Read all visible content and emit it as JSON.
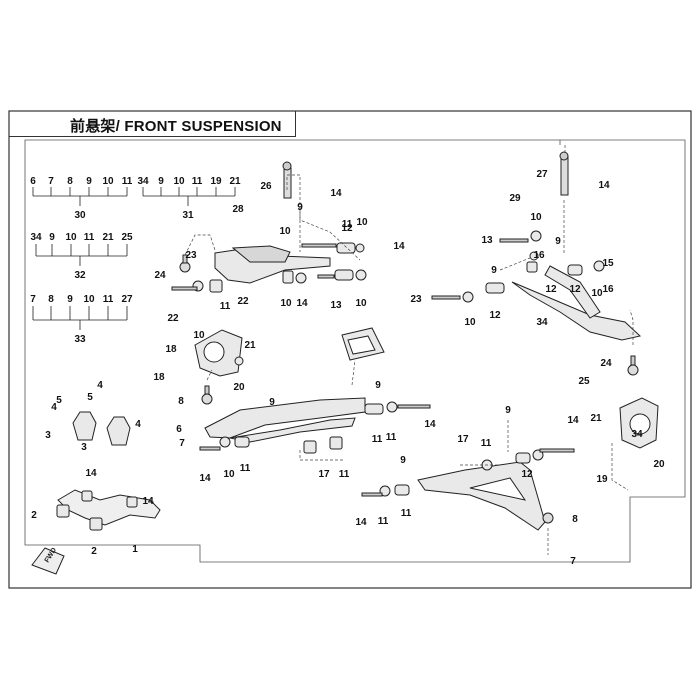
{
  "diagram": {
    "title": "前悬架/ FRONT SUSPENSION",
    "assemblies": {
      "a30": {
        "parts": [
          "6",
          "7",
          "8",
          "9",
          "10",
          "11"
        ],
        "ref": "30"
      },
      "a31": {
        "parts": [
          "34",
          "9",
          "10",
          "11",
          "19",
          "21"
        ],
        "ref": "31"
      },
      "a32": {
        "parts": [
          "34",
          "9",
          "10",
          "11",
          "21",
          "25"
        ],
        "ref": "32"
      },
      "a33": {
        "parts": [
          "7",
          "8",
          "9",
          "10",
          "11",
          "27"
        ],
        "ref": "33"
      }
    },
    "fwd_label": "FWD",
    "callouts": [
      "1",
      "2",
      "2",
      "3",
      "3",
      "4",
      "4",
      "4",
      "5",
      "5",
      "6",
      "7",
      "7",
      "8",
      "8",
      "9",
      "9",
      "9",
      "9",
      "9",
      "9",
      "9",
      "10",
      "10",
      "10",
      "10",
      "10",
      "10",
      "10",
      "10",
      "10",
      "11",
      "11",
      "11",
      "11",
      "11",
      "11",
      "11",
      "11",
      "11",
      "12",
      "12",
      "12",
      "12",
      "12",
      "13",
      "13",
      "14",
      "14",
      "14",
      "14",
      "14",
      "14",
      "14",
      "14",
      "14",
      "14",
      "15",
      "16",
      "16",
      "17",
      "17",
      "18",
      "18",
      "19",
      "20",
      "20",
      "21",
      "21",
      "22",
      "22",
      "23",
      "23",
      "24",
      "24",
      "25",
      "26",
      "27",
      "28",
      "29",
      "34",
      "34"
    ]
  }
}
